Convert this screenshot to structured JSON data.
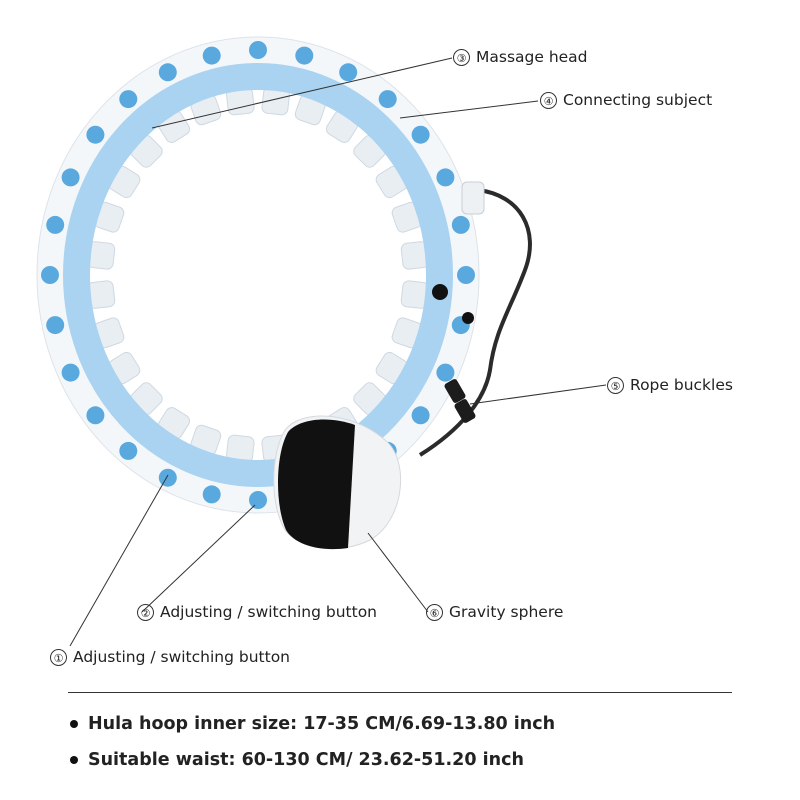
{
  "colors": {
    "ring_white": "#f4f7fa",
    "ring_blue": "#5aa9de",
    "ring_blue_light": "#a9d3f0",
    "pad_white": "#e9eef3",
    "weight_black": "#111111",
    "rope": "#2b2b2b",
    "leader_line": "#333333"
  },
  "callouts": [
    {
      "number": "③",
      "label": "Massage head"
    },
    {
      "number": "④",
      "label": "Connecting subject"
    },
    {
      "number": "⑤",
      "label": "Rope buckles"
    },
    {
      "number": "②",
      "label": "Adjusting / switching button"
    },
    {
      "number": "⑥",
      "label": "Gravity sphere"
    },
    {
      "number": "①",
      "label": "Adjusting / switching button"
    }
  ],
  "specs": [
    {
      "text": "Hula hoop inner size: 17-35 CM/6.69-13.80 inch"
    },
    {
      "text": "Suitable waist: 60-130 CM/ 23.62-51.20 inch"
    }
  ]
}
